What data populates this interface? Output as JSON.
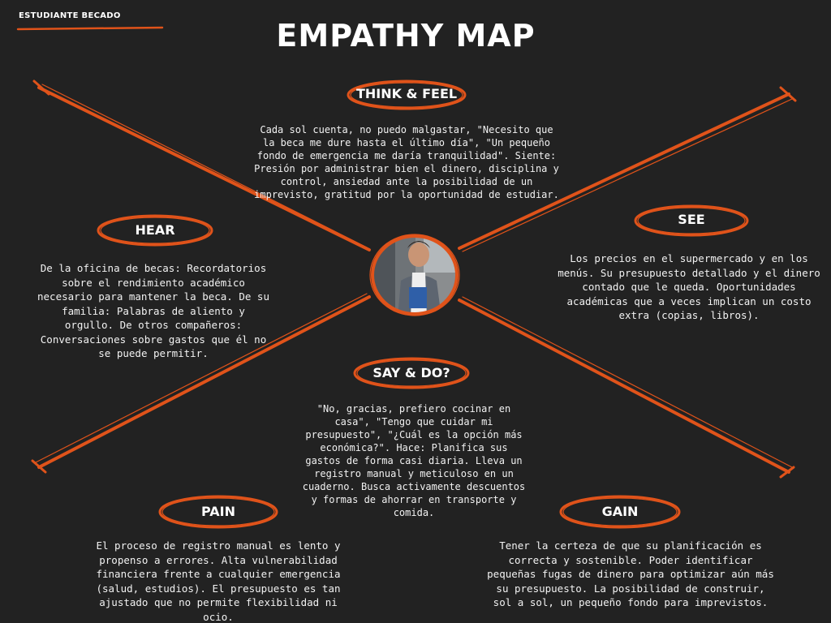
{
  "header": {
    "tag": "ESTUDIANTE BECADO",
    "title": "EMPATHY MAP"
  },
  "colors": {
    "background": "#222222",
    "accent": "#e0531a",
    "text": "#ffffff"
  },
  "quadrants": {
    "think_feel": {
      "label": "THINK & FEEL",
      "text": "Cada sol cuenta, no puedo malgastar, \"Necesito que la beca me dure hasta el último día\", \"Un pequeño fondo de emergencia me daría tranquilidad\". Siente: Presión por administrar bien el dinero, disciplina y control, ansiedad ante la posibilidad de un imprevisto, gratitud por la oportunidad de estudiar."
    },
    "see": {
      "label": "SEE",
      "text": "Los precios en el supermercado y en los menús. Su presupuesto detallado y el dinero contado que le queda. Oportunidades académicas que a veces implican un costo extra (copias, libros)."
    },
    "hear": {
      "label": "HEAR",
      "text": "De la oficina de becas: Recordatorios sobre el rendimiento académico necesario para mantener la beca. De su familia: Palabras de aliento y orgullo. De otros compañeros: Conversaciones sobre gastos que él no se puede permitir."
    },
    "say_do": {
      "label": "SAY & DO?",
      "text": "\"No, gracias, prefiero cocinar en casa\", \"Tengo que cuidar mi presupuesto\", \"¿Cuál es la opción más económica?\". Hace: Planifica sus gastos de forma casi diaria. Lleva un registro manual y meticuloso en un cuaderno. Busca activamente descuentos y formas de ahorrar en transporte y comida."
    },
    "pain": {
      "label": "PAIN",
      "text": "El proceso de registro manual es lento y propenso a errores. Alta vulnerabilidad financiera frente a cualquier emergencia (salud, estudios). El presupuesto es tan ajustado que no permite flexibilidad ni ocio."
    },
    "gain": {
      "label": "GAIN",
      "text": "Tener la certeza de que su planificación es correcta y sostenible. Poder identificar pequeñas fugas de dinero para optimizar aún más su presupuesto. La posibilidad de construir, sol a sol, un pequeño fondo para imprevistos."
    }
  }
}
